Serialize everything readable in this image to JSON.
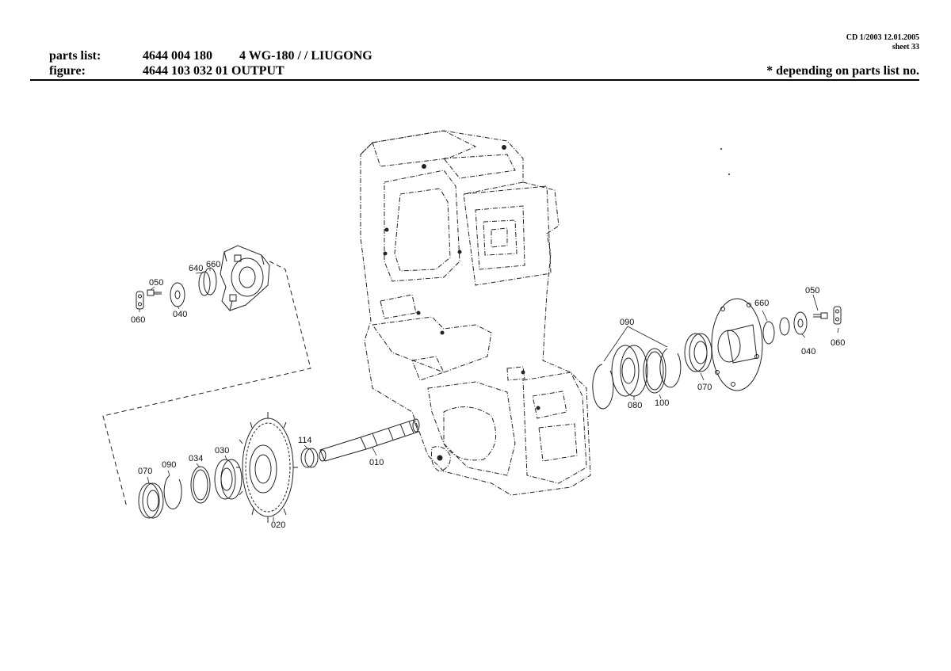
{
  "header": {
    "cd_date": "CD 1/2003 12.01.2005",
    "sheet": "sheet 33",
    "parts_list_label": "parts list:",
    "parts_list_number": "4644 004 180",
    "parts_list_name": "4 WG-180 / / LIUGONG",
    "figure_label": "figure:",
    "figure_number": "4644 103 032 01 OUTPUT",
    "note": "* depending on parts list no."
  },
  "callouts": {
    "c050_left": "050",
    "c060_left": "060",
    "c040_left": "040",
    "c640": "640",
    "c660_left": "660",
    "c070_left": "070",
    "c090_left": "090",
    "c034": "034",
    "c030": "030",
    "c020": "020",
    "c114": "114",
    "c010": "010",
    "c090_right": "090",
    "c080": "080",
    "c100": "100",
    "c070_right": "070",
    "c660_right": "660",
    "c050_right": "050",
    "c040_right": "040",
    "c060_right": "060"
  }
}
